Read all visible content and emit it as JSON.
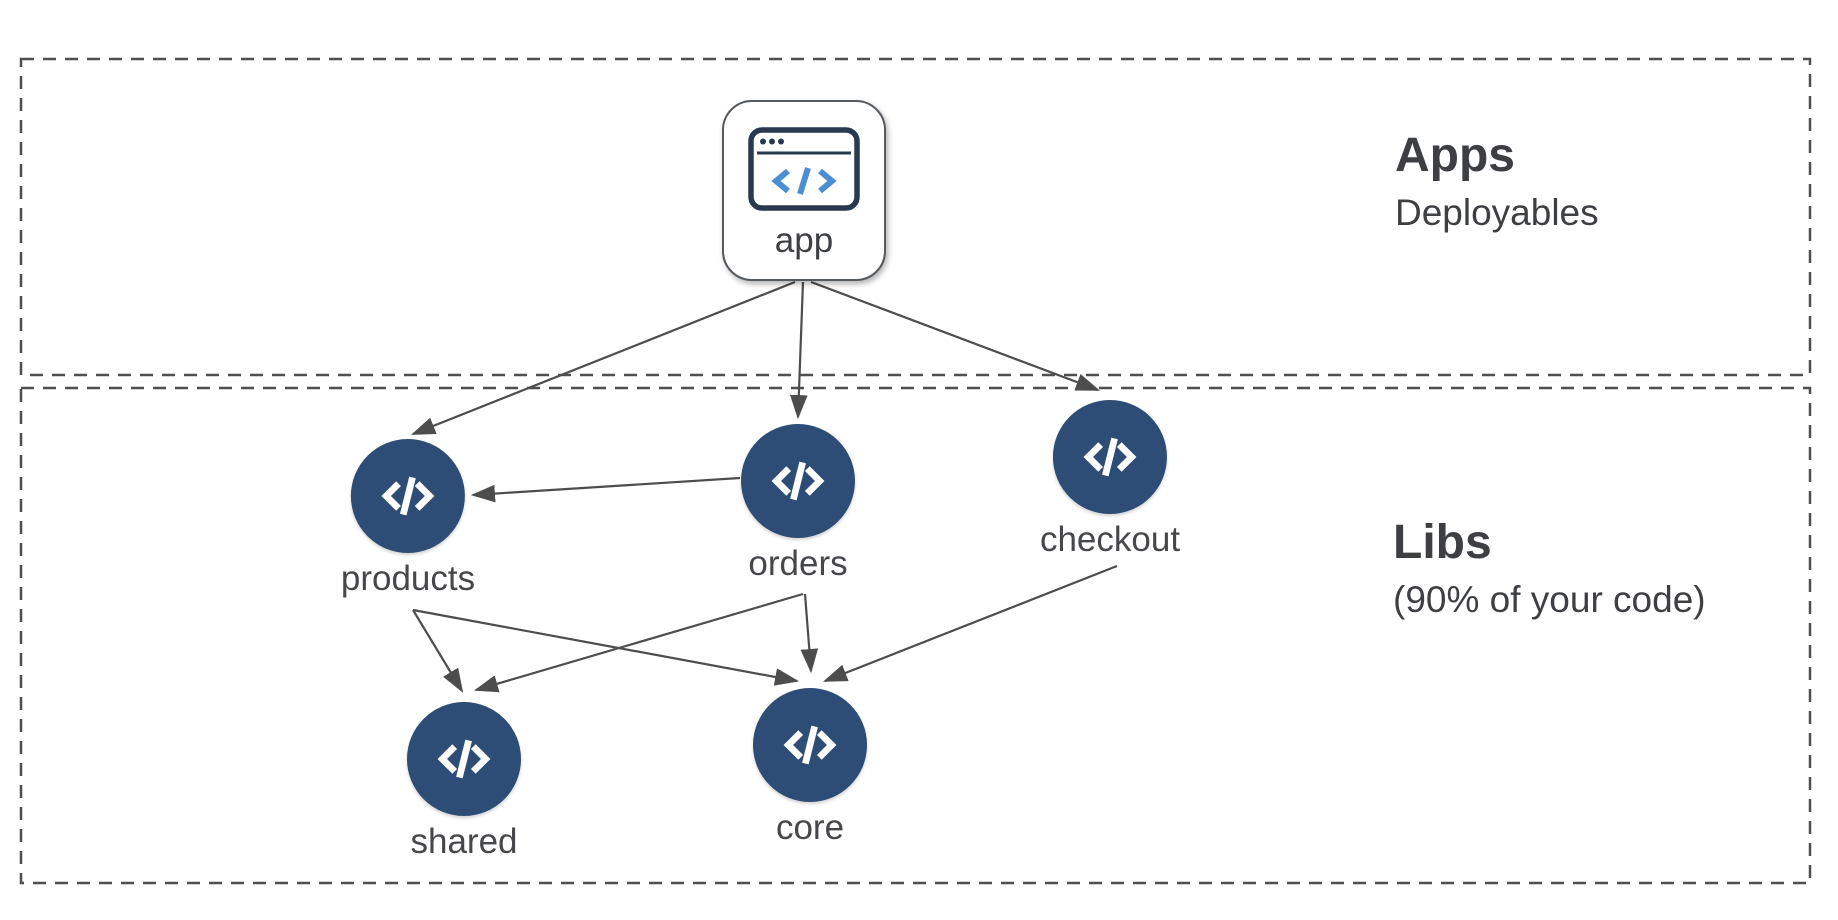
{
  "sections": {
    "apps": {
      "title": "Apps",
      "subtitle": "Deployables"
    },
    "libs": {
      "title": "Libs",
      "subtitle": "(90% of your code)"
    }
  },
  "app_node": {
    "id": "app",
    "label": "app",
    "icon": "browser-code-icon"
  },
  "lib_nodes": [
    {
      "id": "products",
      "label": "products",
      "icon": "code-icon"
    },
    {
      "id": "orders",
      "label": "orders",
      "icon": "code-icon"
    },
    {
      "id": "checkout",
      "label": "checkout",
      "icon": "code-icon"
    },
    {
      "id": "shared",
      "label": "shared",
      "icon": "code-icon"
    },
    {
      "id": "core",
      "label": "core",
      "icon": "code-icon"
    }
  ],
  "edges": [
    {
      "from": "app",
      "to": "products"
    },
    {
      "from": "app",
      "to": "orders"
    },
    {
      "from": "app",
      "to": "checkout"
    },
    {
      "from": "orders",
      "to": "products"
    },
    {
      "from": "products",
      "to": "shared"
    },
    {
      "from": "products",
      "to": "core"
    },
    {
      "from": "orders",
      "to": "shared"
    },
    {
      "from": "orders",
      "to": "core"
    },
    {
      "from": "checkout",
      "to": "core"
    }
  ],
  "colors": {
    "node_fill": "#2d4c76",
    "edge": "#4d4d4d",
    "section_border": "#4f4f4f",
    "text": "#3d3f43",
    "icon_blue": "#4a8fd4",
    "icon_navy": "#283a50"
  }
}
